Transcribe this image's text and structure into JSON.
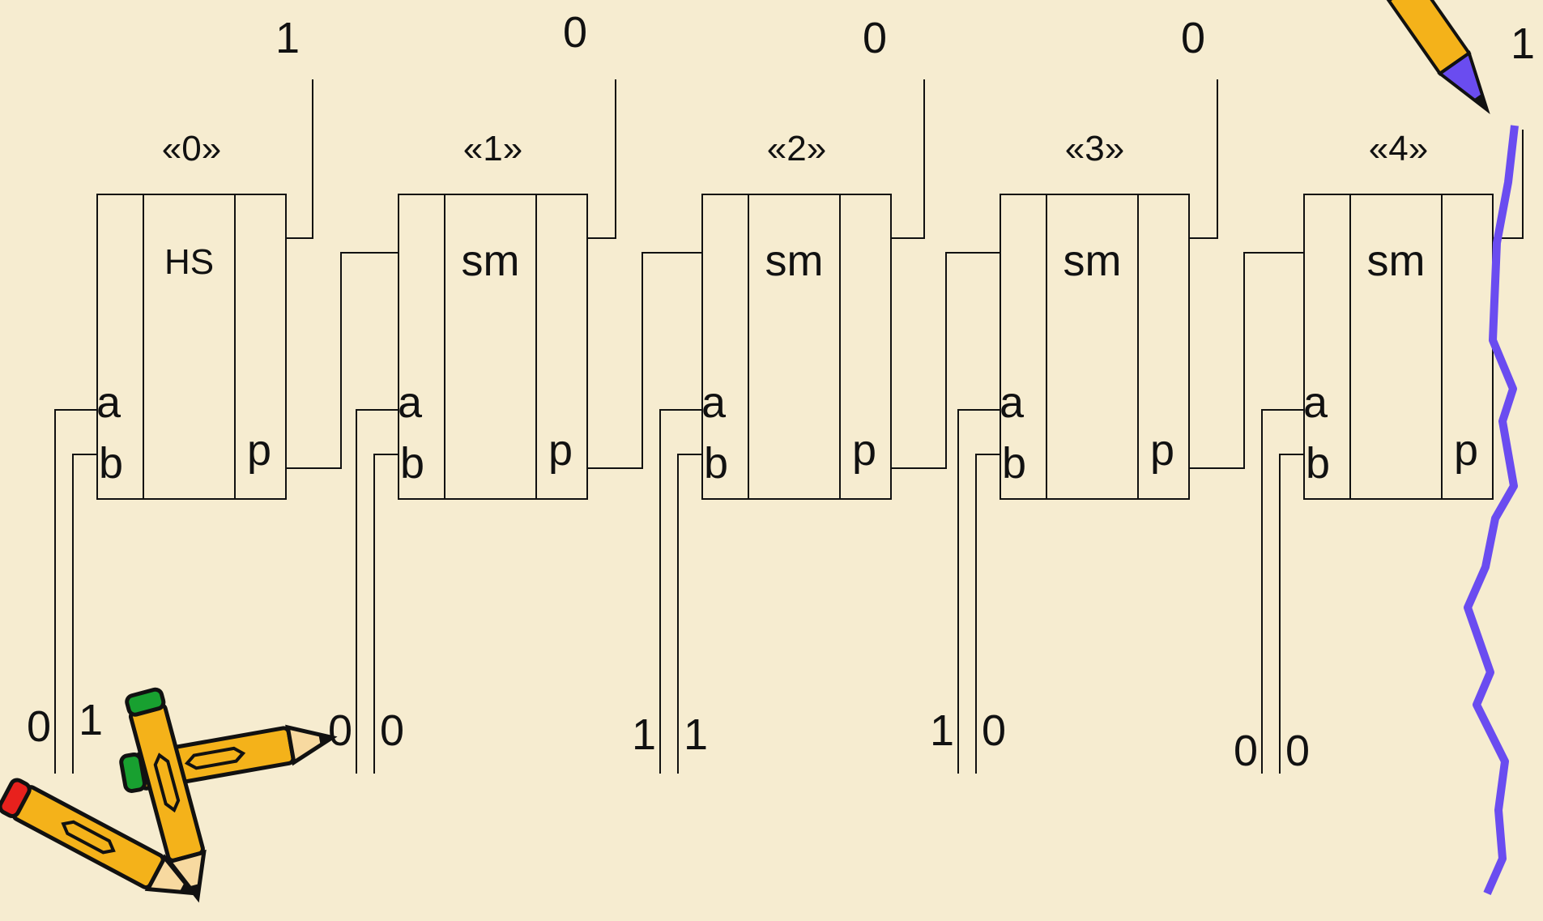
{
  "colors": {
    "background": "#f6ecd0",
    "ink": "#111111",
    "squiggle": "#6a4cf0",
    "pencil_body": "#f4b21a",
    "pencil_tip_red": "#e8211d",
    "pencil_tip_green": "#18a030"
  },
  "stages": [
    {
      "label": "«0»",
      "type": "HS",
      "out_bit": "1",
      "in_a": "0",
      "in_b": "1",
      "pin_a": "a",
      "pin_b": "b",
      "pin_p": "p"
    },
    {
      "label": "«1»",
      "type": "sm",
      "out_bit": "0",
      "in_a": "0",
      "in_b": "0",
      "pin_a": "a",
      "pin_b": "b",
      "pin_p": "p"
    },
    {
      "label": "«2»",
      "type": "sm",
      "out_bit": "0",
      "in_a": "1",
      "in_b": "1",
      "pin_a": "a",
      "pin_b": "b",
      "pin_p": "p"
    },
    {
      "label": "«3»",
      "type": "sm",
      "out_bit": "0",
      "in_a": "1",
      "in_b": "0",
      "pin_a": "a",
      "pin_b": "b",
      "pin_p": "p"
    },
    {
      "label": "«4»",
      "type": "sm",
      "out_bit": "1",
      "in_a": "0",
      "in_b": "0",
      "pin_a": "a",
      "pin_b": "b",
      "pin_p": "p"
    }
  ],
  "decorations": {
    "pencils_icon": "crossed-pencils-icon",
    "pencil_icon": "pencil-icon",
    "squiggle_icon": "squiggle-line-icon"
  }
}
